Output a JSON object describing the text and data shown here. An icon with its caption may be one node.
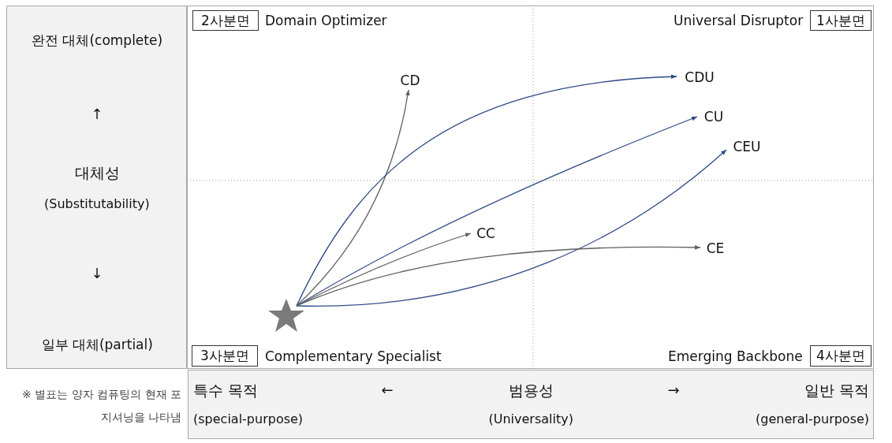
{
  "diagram": {
    "nodes": [
      {
        "text": [
          "완전 대체(complete)",
          "↑",
          "대체성",
          "(Substitutability)",
          "↓",
          "일부 대체(partial)"
        ]
      },
      {
        "text": [],
        "shape": "box"
      },
      {
        "text": [
          "2사분면"
        ],
        "beside": [
          "Domain Optimizer"
        ],
        "in": 1
      },
      {
        "text": [
          "1사분면"
        ],
        "beside": [
          "Universal Disruptor"
        ],
        "in": 1
      },
      {
        "text": [
          "CD"
        ],
        "in": 1
      },
      {
        "text": [
          "CDU"
        ],
        "in": 1
      },
      {
        "text": [
          "CU"
        ],
        "in": 1
      },
      {
        "text": [
          "CEU"
        ],
        "in": 1
      },
      {
        "text": [
          "CC"
        ],
        "in": 1
      },
      {
        "text": [
          "CE"
        ],
        "in": 1
      },
      {
        "text": [],
        "shape": "star",
        "in": 1
      },
      {
        "text": [
          "3사분면"
        ],
        "beside": [
          "Complementary Specialist"
        ],
        "in": 1
      },
      {
        "text": [
          "4사분면"
        ],
        "beside": [
          "Emerging Backbone"
        ],
        "in": 1
      },
      {
        "text": [
          "특수 목적",
          "(special-purpose)",
          "←",
          "범용성",
          "(Universality)",
          "→",
          "일반 목적",
          "(general-purpose)"
        ]
      }
    ],
    "edges": [
      {
        "from": 10,
        "to": 4,
        "arrow": "to",
        "color": "#5f5f5f"
      },
      {
        "from": 10,
        "to": 5,
        "arrow": "to"
      },
      {
        "from": 10,
        "to": 6,
        "arrow": "to"
      },
      {
        "from": 10,
        "to": 7,
        "arrow": "to"
      },
      {
        "from": 10,
        "to": 8,
        "arrow": "to",
        "color": "#5f5f5f"
      },
      {
        "from": 10,
        "to": 9,
        "arrow": "to",
        "color": "#5f5f5f"
      }
    ],
    "labels": [
      "※ 별표는 양자 컴퓨팅의 현재 포지셔닝을 나타냄"
    ]
  }
}
